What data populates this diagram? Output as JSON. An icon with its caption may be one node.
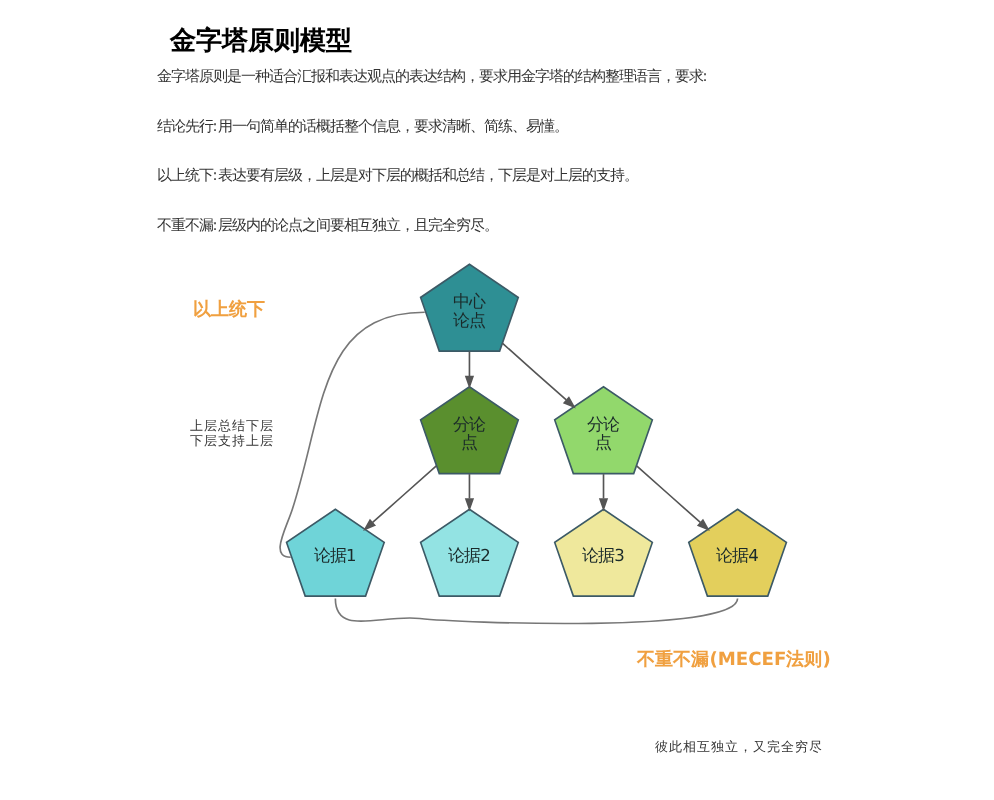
{
  "diagram": {
    "title": "金字塔原则模型",
    "nodes": [
      {
        "text": [
          "中心论点"
        ]
      },
      {
        "text": [
          "分论点"
        ]
      },
      {
        "text": [
          "分论点"
        ]
      },
      {
        "text": [
          "论据1"
        ]
      },
      {
        "text": [
          "论据2"
        ]
      },
      {
        "text": [
          "论据3"
        ]
      },
      {
        "text": [
          "论据4"
        ]
      }
    ],
    "edges": [
      {
        "from": 0,
        "to": 3,
        "arrow": "none"
      },
      {
        "from": 0,
        "to": 1,
        "arrow": "to"
      },
      {
        "from": 0,
        "to": 2,
        "arrow": "to"
      },
      {
        "from": 1,
        "to": 3,
        "arrow": "to"
      },
      {
        "from": 1,
        "to": 4,
        "arrow": "to"
      },
      {
        "from": 2,
        "to": 5,
        "arrow": "to"
      },
      {
        "from": 2,
        "to": 6,
        "arrow": "to"
      },
      {
        "from": 3,
        "to": 6,
        "arrow": "none"
      }
    ],
    "labels": [
      "金字塔原则是一种适合汇报和表达观点的表达结构，要求用金字塔的结构整理语言，要求:",
      "结论先行:用一句简单的话概括整个信息，要求清晰、简练、易懂。",
      "以上统下:表达要有层级，上层是对下层的概括和总结，下层是对上层的支持。",
      "不重不漏:层级内的论点之间要相互独立，且完全穷尽。",
      "以上统下",
      "上层总结下层下层支持上层",
      "不重不漏(MECEF法则)",
      "彼此相互独立，又完全穷尽"
    ]
  }
}
